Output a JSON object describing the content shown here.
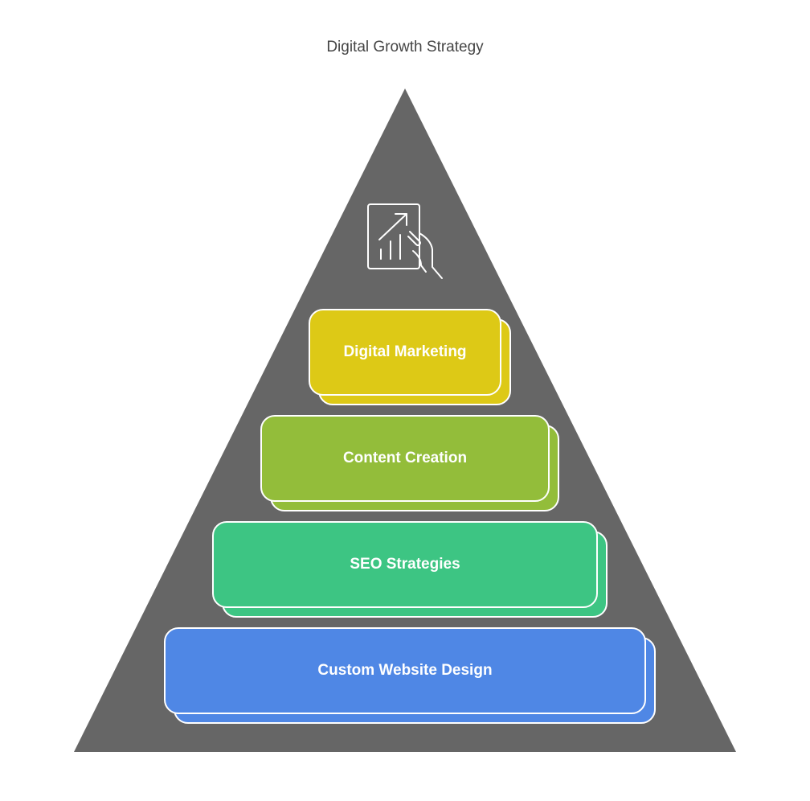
{
  "title": "Digital Growth Strategy",
  "icon": "analytics-tablet-icon",
  "colors": {
    "pyramid": "#666666",
    "digital_marketing": "#DDC916",
    "content_creation": "#93BD3A",
    "seo_strategies": "#3DC583",
    "custom_website_design": "#4F87E5",
    "outline": "#FFFFFF"
  },
  "tiers": [
    {
      "label": "Digital Marketing"
    },
    {
      "label": "Content Creation"
    },
    {
      "label": "SEO Strategies"
    },
    {
      "label": "Custom Website Design"
    }
  ]
}
